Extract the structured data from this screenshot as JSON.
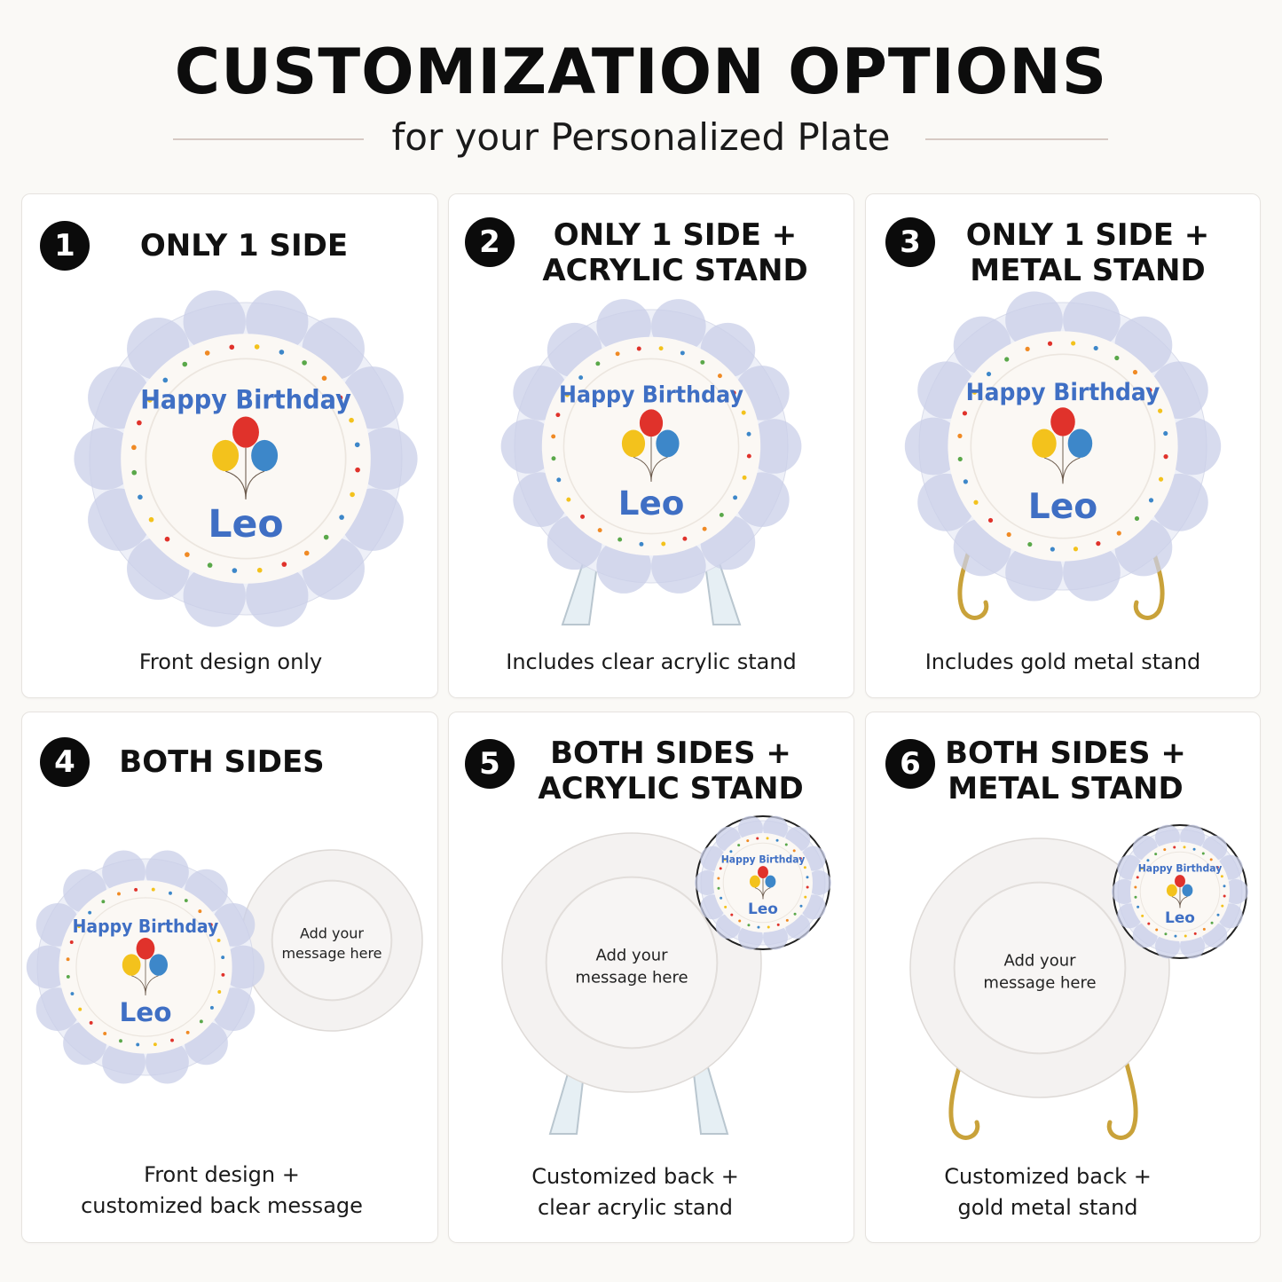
{
  "header": {
    "title": "CUSTOMIZATION OPTIONS",
    "subtitle": "for your Personalized Plate"
  },
  "plate": {
    "line1": "Happy Birthday",
    "name": "Leo",
    "back_line1": "Add your",
    "back_line2": "message here"
  },
  "colors": {
    "rim": "#c9cfe8",
    "lettering": "#3f6fc4",
    "balloon_red": "#e0322b",
    "balloon_yellow": "#f3c21c",
    "balloon_blue": "#3d87c9",
    "gold": "#c9a23a"
  },
  "options": [
    {
      "number": "1",
      "title": [
        "ONLY 1 SIDE"
      ],
      "caption": [
        "Front design only"
      ]
    },
    {
      "number": "2",
      "title": [
        "ONLY 1 SIDE +",
        "ACRYLIC STAND"
      ],
      "caption": [
        "Includes clear acrylic stand"
      ]
    },
    {
      "number": "3",
      "title": [
        "ONLY 1 SIDE +",
        "METAL STAND"
      ],
      "caption": [
        "Includes gold metal stand"
      ]
    },
    {
      "number": "4",
      "title": [
        "BOTH SIDES"
      ],
      "caption": [
        "Front design +",
        "customized back message"
      ]
    },
    {
      "number": "5",
      "title": [
        "BOTH SIDES +",
        "ACRYLIC STAND"
      ],
      "caption": [
        "Customized back +",
        "clear acrylic stand"
      ]
    },
    {
      "number": "6",
      "title": [
        "BOTH SIDES +",
        "METAL STAND"
      ],
      "caption": [
        "Customized back +",
        "gold metal stand"
      ]
    }
  ]
}
